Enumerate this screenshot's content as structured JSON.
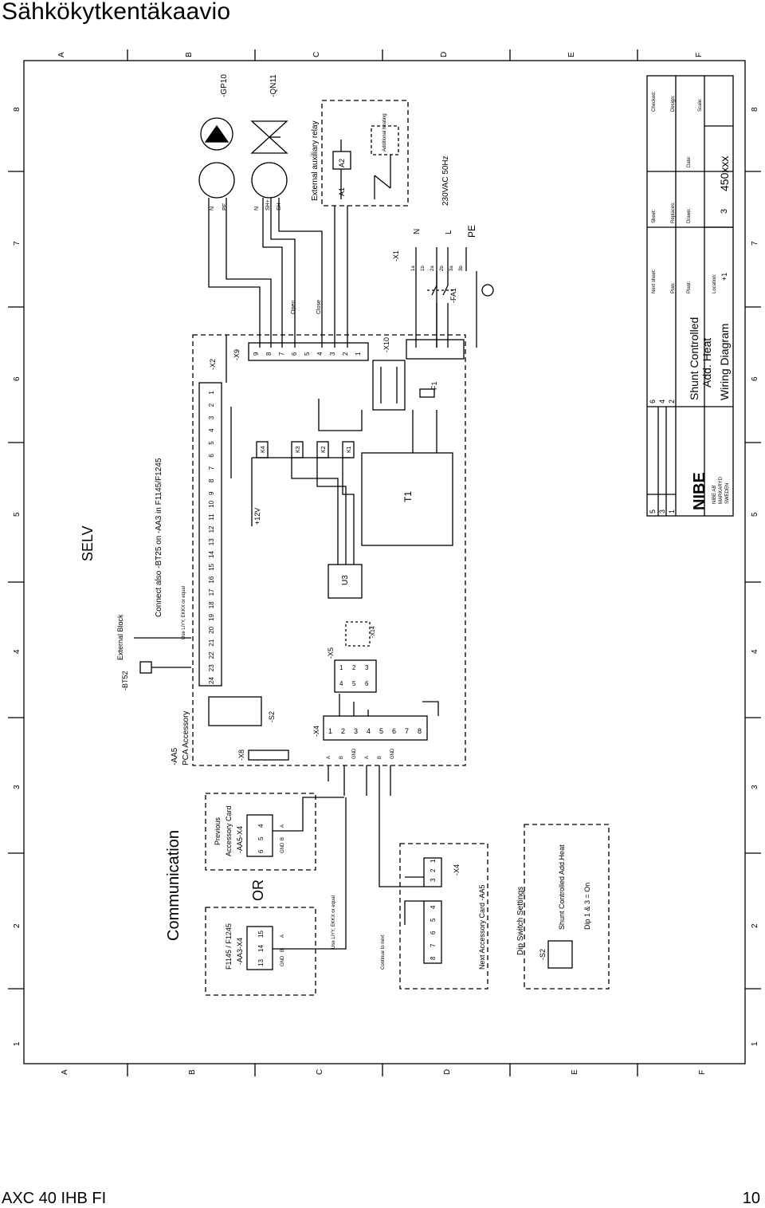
{
  "page": {
    "title": "Sähkökytkentäkaavio",
    "footer_left": "AXC 40 IHB FI",
    "footer_right": "10"
  },
  "grid": {
    "letters": [
      "A",
      "B",
      "C",
      "D",
      "E",
      "F"
    ],
    "numbers": [
      "8",
      "7",
      "6",
      "5",
      "4",
      "3",
      "2",
      "1"
    ]
  },
  "diagram": {
    "components": {
      "gp10": "-GP10",
      "qn11": "-QN11",
      "ext_relay": "External auxiliary relay",
      "additional_heating": "Additional heating",
      "a1": "A1",
      "a2": "A2",
      "supply": "230VAC 50Hz",
      "x1": "-X1",
      "fa1": "-FA1",
      "f1": "-F1",
      "x9": "-X9",
      "x10": "-X10",
      "x2": "-X2",
      "t1": "T1",
      "u3": "U3",
      "plus12v": "+12V",
      "k1": "K1",
      "k2": "K2",
      "k3": "K3",
      "k4": "K4",
      "x5": "-X5",
      "x14": "-X14",
      "x4": "-X4",
      "x8": "-X8",
      "s2": "-S2",
      "aa5": "-AA5",
      "pca": "PCA Accessory",
      "bt52": "-BT52",
      "ext_block": "External Block",
      "selv": "SELV",
      "connect_also": "Connect also -BT25 on -AA3 in F1145/F1245",
      "use_cable": "Use LiYY, EKKX or equal",
      "communication": "Communication",
      "or": "OR",
      "prev_card_1": "Previous",
      "prev_card_2": "Accessory Card",
      "prev_card_3": "-AA5-X4",
      "f1145_1": "F1145 / F1245",
      "f1145_2": "-AA3-X4",
      "next_card": "Next Accessory Card -AA5",
      "next_x4": "-X4",
      "continue": "Continue to next",
      "dip_title": "Dip Switch Settings",
      "dip_s2": "-S2",
      "dip_line1": "Shunt Controlled Add.Heat",
      "dip_line2": "Dip 1 & 3 = On",
      "open": "Open",
      "close": "Close",
      "n": "N",
      "l": "L",
      "pe": "PE"
    },
    "terminals": {
      "x2": [
        "24",
        "23",
        "22",
        "21",
        "20",
        "19",
        "18",
        "17",
        "16",
        "15",
        "14",
        "13",
        "12",
        "11",
        "10",
        "9",
        "8",
        "7",
        "6",
        "5",
        "4",
        "3",
        "2",
        "1"
      ],
      "x9": [
        "9",
        "8",
        "7",
        "6",
        "5",
        "4",
        "3",
        "2",
        "1"
      ],
      "x4": [
        "1",
        "2",
        "3",
        "4",
        "5",
        "6",
        "7",
        "8"
      ],
      "x1": [
        "1a",
        "1b",
        "2a",
        "2b",
        "3a",
        "3b"
      ],
      "x5_top": [
        "1",
        "2",
        "3"
      ],
      "x5_bottom": [
        "4",
        "5",
        "6"
      ],
      "prev": [
        "6",
        "5",
        "4"
      ],
      "f1145": [
        "13",
        "14",
        "15"
      ],
      "next_a": [
        "8",
        "7",
        "6",
        "5",
        "4"
      ],
      "next_b": [
        "3",
        "2",
        "1"
      ]
    },
    "wire_labels": {
      "x4": [
        "A",
        "B",
        "GND",
        "A",
        "B",
        "GND"
      ],
      "prev": [
        "GND",
        "B",
        "A"
      ],
      "f1145": [
        "GND",
        "B",
        "A"
      ],
      "m1": [
        "N",
        "PE"
      ],
      "m2": [
        "N",
        "SH+",
        "SH-"
      ]
    },
    "title_block": {
      "brand": "NIBE",
      "company_1": "NIBE AB",
      "company_2": "MARKARYD",
      "company_3": "SWEDEN",
      "title_1": "Shunt Controlled",
      "title_2": "Add. Heat",
      "title_3": "Wiring Diagram",
      "next_sheet": "Next sheet:",
      "sheet": "Sheet:",
      "checked": "Checked:",
      "plan": "Plan:",
      "replaces": "Replaces:",
      "design": "Design:",
      "scale": "Scale:",
      "plant": "Plant:",
      "drawn": "Drawn:",
      "date": "Date:",
      "location": "Location:",
      "location_val": "+1",
      "sheet_val": "3",
      "doc_no": "450xxx",
      "rev_cols": [
        "5",
        "3",
        "1"
      ],
      "rev_right": [
        "6",
        "4",
        "2"
      ]
    }
  }
}
